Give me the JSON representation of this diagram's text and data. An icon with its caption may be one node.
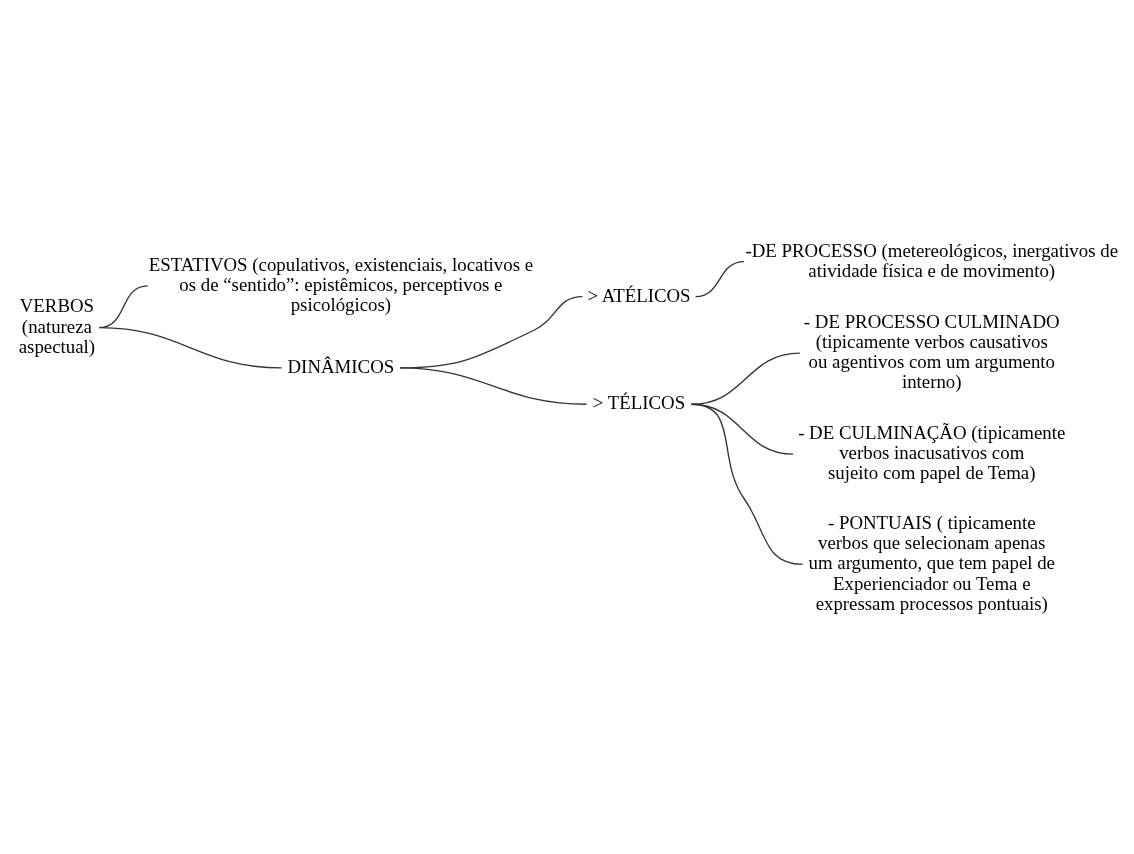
{
  "diagram": {
    "nodes": [
      {
        "text": [
          "VERBOS (natureza aspectual)"
        ]
      },
      {
        "text": [
          "ESTATIVOS (copulativos, existenciais, locativos e os de “sentido”: epistêmicos, perceptivos e psicológicos)"
        ]
      },
      {
        "text": [
          "DINÂMICOS"
        ]
      },
      {
        "text": [
          "> ATÉLICOS"
        ]
      },
      {
        "text": [
          "-DE PROCESSO (metereológicos, inergativos de atividade física e de movimento)"
        ]
      },
      {
        "text": [
          "> TÉLICOS"
        ]
      },
      {
        "text": [
          "- DE PROCESSO CULMINADO (tipicamente verbos causativos ou agentivos com um argumento interno)"
        ]
      },
      {
        "text": [
          "- DE CULMINAÇÃO (tipicamente verbos inacusativos com sujeito com papel de Tema)"
        ]
      },
      {
        "text": [
          "- PONTUAIS ( tipicamente verbos que selecionam apenas um argumento, que tem papel de Experienciador ou Tema e expressam processos pontuais)"
        ]
      }
    ],
    "edges": [
      {
        "from": 0,
        "to": 1,
        "arrow": "none"
      },
      {
        "from": 0,
        "to": 2,
        "arrow": "none"
      },
      {
        "from": 2,
        "to": 3,
        "arrow": "none"
      },
      {
        "from": 3,
        "to": 4,
        "arrow": "none"
      },
      {
        "from": 2,
        "to": 5,
        "arrow": "none"
      },
      {
        "from": 5,
        "to": 6,
        "arrow": "none"
      },
      {
        "from": 5,
        "to": 7,
        "arrow": "none"
      },
      {
        "from": 5,
        "to": 8,
        "arrow": "none"
      }
    ]
  }
}
